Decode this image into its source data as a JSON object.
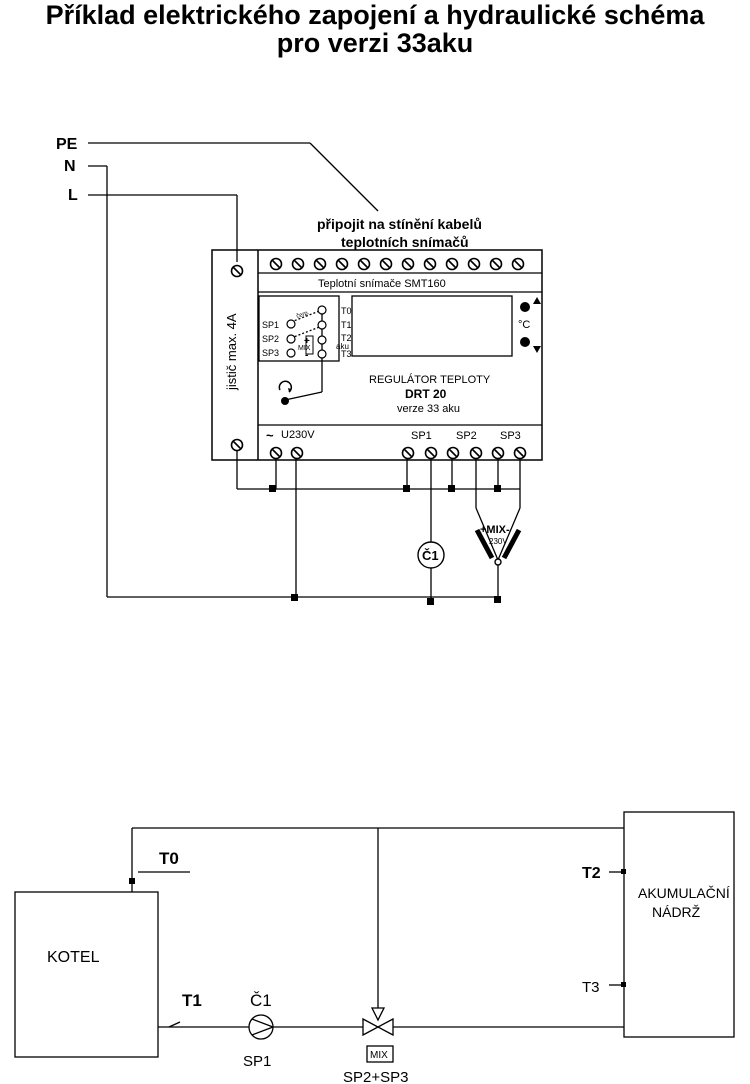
{
  "header": {
    "title_line1": "Příklad elektrického zapojení a hydraulické schéma",
    "title_line2": "pro verzi 33aku"
  },
  "wiring": {
    "pe": "PE",
    "n": "N",
    "l": "L",
    "note_line1": "připojit na stínění kabelů",
    "note_line2": "teplotních snímačů",
    "breaker": "jistič max. 4A",
    "sensors_label": "Teplotní snímače SMT160",
    "t0": "T0",
    "t1": "T1",
    "t2": "T2",
    "aku": "aku",
    "t3": "T3",
    "sp1": "SP1",
    "sp2": "SP2",
    "sp3": "SP3",
    "cerp": "čerp.",
    "mix_small": "MIX",
    "plus": "+",
    "minus": "-",
    "celsius": "°C",
    "controller_line1": "REGULÁTOR TEPLOTY",
    "controller_line2": "DRT 20",
    "controller_line3": "verze 33 aku",
    "supply": "U230V",
    "tilde": "~",
    "term_sp1": "SP1",
    "term_sp2": "SP2",
    "term_sp3": "SP3",
    "pump": "Č1",
    "mixer_label": "+MIX-",
    "mixer_voltage": "230V"
  },
  "hydraulic": {
    "t0": "T0",
    "t1": "T1",
    "t2": "T2",
    "t3": "T3",
    "boiler": "KOTEL",
    "tank_line1": "AKUMULAČNÍ",
    "tank_line2": "NÁDRŽ",
    "pump_label": "Č1",
    "pump_output": "SP1",
    "valve_box": "MIX",
    "valve_output": "SP2+SP3"
  }
}
